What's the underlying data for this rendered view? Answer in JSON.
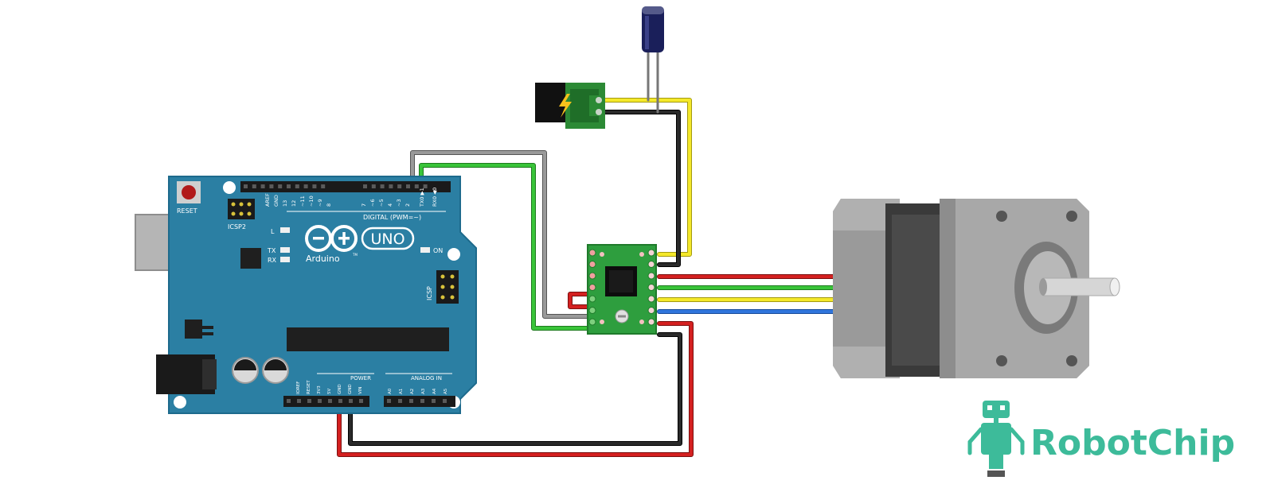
{
  "colors": {
    "board": "#2b7fa3",
    "board_edge": "#1d6a8c",
    "wire_red": "#cc1f1f",
    "wire_black": "#222222",
    "wire_green": "#33bb33",
    "wire_yellow": "#f2e526",
    "wire_blue": "#2a6fd6",
    "wire_gray": "#999999",
    "driver_board": "#2e9e3e",
    "motor_body": "#8d8d8d",
    "motor_dark": "#3a3a3a",
    "brand": "#3dbb9a"
  },
  "arduino": {
    "reset_label": "RESET",
    "icsp2_label": "ICSP2",
    "icsp_label": "ICSP",
    "aref_label": "AREF",
    "gnd_label": "GND",
    "digital_pins": [
      "13",
      "12",
      "~11",
      "~10",
      "~9",
      "8",
      "7",
      "~6",
      "~5",
      "4",
      "~3",
      "2",
      "TX0 ▶1",
      "RX0 ◀0"
    ],
    "digital_label": "DIGITAL (PWM=~)",
    "l_label": "L",
    "tx_label": "TX",
    "rx_label": "RX",
    "on_label": "ON",
    "logo_text": "UNO",
    "brand_text": "Arduino",
    "tm": "TM",
    "power_label": "POWER",
    "power_pins": [
      "IOREF",
      "RESET",
      "3V3",
      "5V",
      "GND",
      "GND",
      "VIN"
    ],
    "analog_label": "ANALOG IN",
    "analog_pins": [
      "A0",
      "A1",
      "A2",
      "A3",
      "A4",
      "A5"
    ]
  },
  "logo": {
    "text": "RobotChip"
  }
}
